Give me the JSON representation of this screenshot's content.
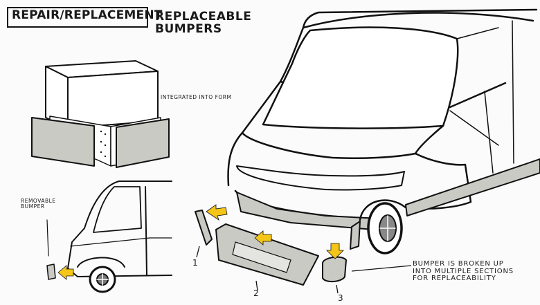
{
  "header": {
    "title": "REPAIR/REPLACEMENT",
    "subtitle": "REPLACEABLE BUMPERS"
  },
  "notes": {
    "integrated": "INTEGRATED INTO FORM",
    "removable": "REMOVABLE BUMPER",
    "sections": "BUMPER IS BROKEN UP INTO MULTIPLE SECTIONS FOR REPLACEABILITY"
  },
  "labels": {
    "part1": "1",
    "part2": "2",
    "part3": "3"
  },
  "colors": {
    "ink": "#111111",
    "gray_marker": "#c9cac4",
    "arrow_yellow": "#f5c518"
  }
}
